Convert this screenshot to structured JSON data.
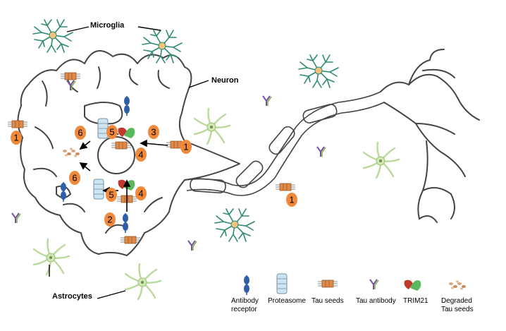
{
  "labels": {
    "microglia": "Microglia",
    "neuron": "Neuron",
    "astrocytes": "Astrocytes"
  },
  "steps": [
    "1",
    "2",
    "3",
    "4",
    "5",
    "6"
  ],
  "legend": {
    "antibody_receptor": [
      "Antibody",
      "receptor"
    ],
    "proteasome": "Proteasome",
    "tau_seeds": "Tau seeds",
    "tau_antibody": "Tau antibody",
    "trim21": "TRIM21",
    "degraded_tau_seeds": [
      "Degraded",
      "Tau seeds"
    ]
  },
  "colors": {
    "step_badge": "#ef8a3c",
    "microglia": "#2e8b74",
    "astrocyte": "#b9d99a",
    "receptor": "#2f5fa8",
    "proteasome": "#a9cde0",
    "tau_seed": "#e08a4a",
    "antibody_purple": "#7b4fa0",
    "antibody_green": "#7ab648",
    "trim21_red": "#c0392b",
    "trim21_green": "#5cb85c",
    "neuron_outline": "#444444"
  }
}
